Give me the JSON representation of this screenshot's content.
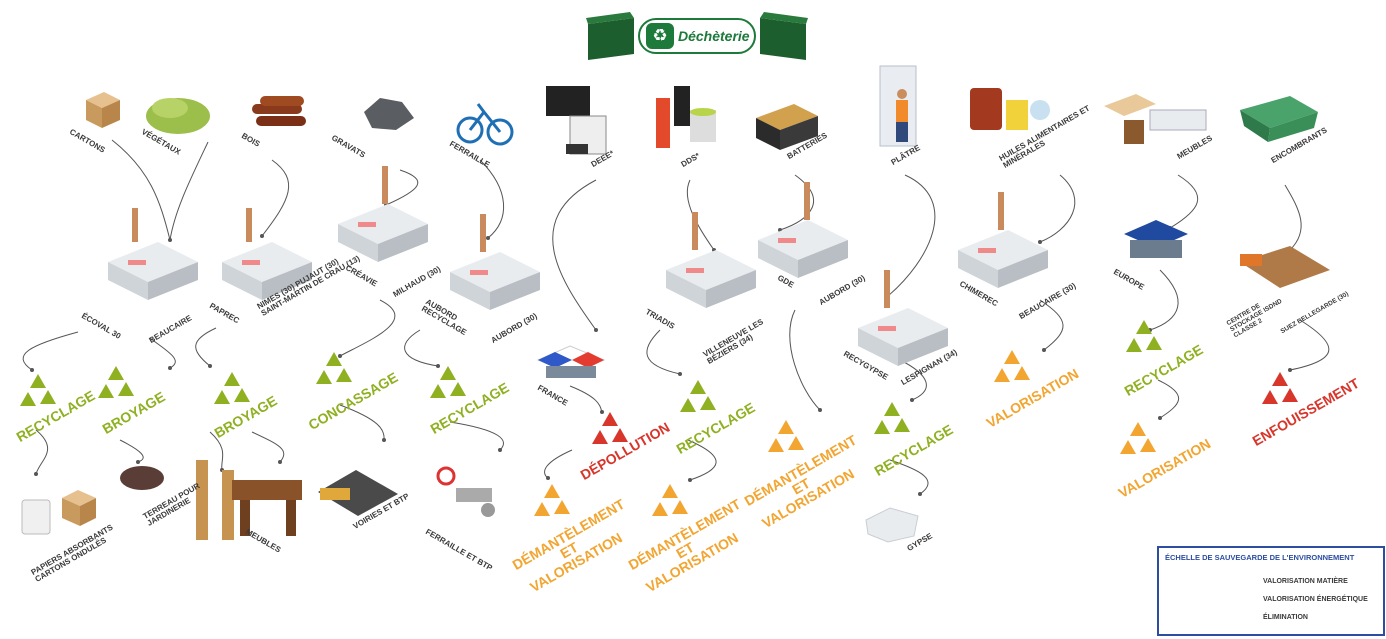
{
  "header": {
    "title": "Déchèterie"
  },
  "waste_labels": [
    {
      "id": "cartons",
      "text": "CARTONS"
    },
    {
      "id": "vegetaux",
      "text": "VÉGÉTAUX"
    },
    {
      "id": "bois",
      "text": "BOIS"
    },
    {
      "id": "gravats",
      "text": "GRAVATS"
    },
    {
      "id": "ferraille",
      "text": "FERRAILLE"
    },
    {
      "id": "deee",
      "text": "DEEE*"
    },
    {
      "id": "dds",
      "text": "DDS*"
    },
    {
      "id": "batteries",
      "text": "BATTERIES"
    },
    {
      "id": "platre",
      "text": "PLÂTRE"
    },
    {
      "id": "huiles",
      "text": "HUILES ALIMENTAIRES ET MINÉRALES"
    },
    {
      "id": "meubles",
      "text": "MEUBLES"
    },
    {
      "id": "encombrants",
      "text": "ENCOMBRANTS"
    }
  ],
  "operators": [
    {
      "id": "ecoval",
      "text": "ÉCOVAL 30"
    },
    {
      "id": "beaucaire1",
      "text": "BEAUCAIRE"
    },
    {
      "id": "paprec",
      "text": "PAPREC"
    },
    {
      "id": "nimes",
      "text": "NIMES (30) PUJAUT (30) SAINT-MARTIN DE CRAU (13)"
    },
    {
      "id": "creavie",
      "text": "CRÉAVIE"
    },
    {
      "id": "milhaud",
      "text": "MILHAUD (30)"
    },
    {
      "id": "aubord_rec",
      "text": "AUBORD RECYCLAGE"
    },
    {
      "id": "aubord1",
      "text": "AUBORD (30)"
    },
    {
      "id": "france",
      "text": "FRANCE"
    },
    {
      "id": "triadis",
      "text": "TRIADIS"
    },
    {
      "id": "villeneuve",
      "text": "VILLENEUVE LES BÉZIERS (34)"
    },
    {
      "id": "gde",
      "text": "GDE"
    },
    {
      "id": "aubord2",
      "text": "AUBORD (30)"
    },
    {
      "id": "recygypse",
      "text": "RECYGYPSE"
    },
    {
      "id": "lespignan",
      "text": "LESPIGNAN (34)"
    },
    {
      "id": "chimerec",
      "text": "CHIMEREC"
    },
    {
      "id": "beaucaire2",
      "text": "BEAUCAIRE (30)"
    },
    {
      "id": "europe",
      "text": "EUROPE"
    },
    {
      "id": "csdnd",
      "text": "CENTRE DE STOCKAGE ISDND CLASSE 2"
    },
    {
      "id": "suez",
      "text": "SUEZ BELLEGARDE (30)"
    }
  ],
  "actions": [
    {
      "id": "recyclage1",
      "text": "RECYCLAGE"
    },
    {
      "id": "broyage1",
      "text": "BROYAGE"
    },
    {
      "id": "broyage2",
      "text": "BROYAGE"
    },
    {
      "id": "concassage",
      "text": "CONCASSAGE"
    },
    {
      "id": "recyclage2",
      "text": "RECYCLAGE"
    },
    {
      "id": "depollution",
      "text": "DÉPOLLUTION"
    },
    {
      "id": "demantelement1",
      "text": "DÉMANTÈLEMENT ET VALORISATION"
    },
    {
      "id": "recyclage3",
      "text": "RECYCLAGE"
    },
    {
      "id": "demantelement2",
      "text": "DÉMANTÈLEMENT ET VALORISATION"
    },
    {
      "id": "demantelement3",
      "text": "DÉMANTÈLEMENT ET VALORISATION"
    },
    {
      "id": "recyclage4",
      "text": "RECYCLAGE"
    },
    {
      "id": "valorisation1",
      "text": "VALORISATION"
    },
    {
      "id": "recyclage5",
      "text": "RECYCLAGE"
    },
    {
      "id": "valorisation2",
      "text": "VALORISATION"
    },
    {
      "id": "enfouissement",
      "text": "ENFOUISSEMENT"
    }
  ],
  "products": [
    {
      "id": "papiers",
      "text": "PAPIERS ABSORBANTS CARTONS ONDULÉS"
    },
    {
      "id": "terreau",
      "text": "TERREAU POUR JARDINERIE"
    },
    {
      "id": "meubles_out",
      "text": "MEUBLES"
    },
    {
      "id": "voiries",
      "text": "VOIRIES ET BTP"
    },
    {
      "id": "ferraille_btp",
      "text": "FERRAILLE ET BTP"
    },
    {
      "id": "gypse",
      "text": "GYPSE"
    }
  ],
  "legend": {
    "title": "ÉCHELLE DE SAUVEGARDE DE L'ENVIRONNEMENT",
    "items": [
      {
        "text": "VALORISATION MATIÈRE",
        "color": "#8fb021"
      },
      {
        "text": "VALORISATION ÉNERGÉTIQUE",
        "color": "#f2a531"
      },
      {
        "text": "ÉLIMINATION",
        "color": "#d8352b"
      }
    ]
  },
  "colors": {
    "green": "#8fb021",
    "orange": "#f2a531",
    "red": "#d8352b",
    "brand": "#1d7a3a",
    "legend_border": "#2c4da0",
    "connector": "#555555"
  }
}
